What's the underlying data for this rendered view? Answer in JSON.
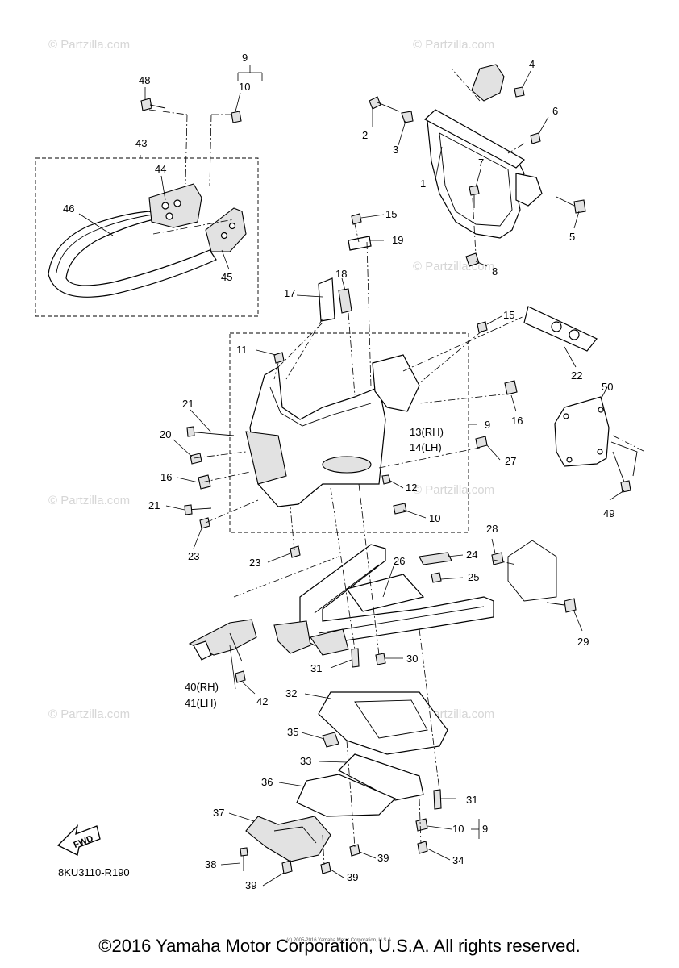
{
  "watermark": "© Partzilla.com",
  "diagram_code": "8KU3110-R190",
  "fwd_label": "FWD",
  "footer": "©2016 Yamaha Motor Corporation, U.S.A. All rights reserved.",
  "footer_small": "(c) 2005-2016 Yamaha Motor Corporation, U.S.A.",
  "callouts": {
    "c1": "1",
    "c2": "2",
    "c3": "3",
    "c4": "4",
    "c5": "5",
    "c6": "6",
    "c7": "7",
    "c8": "8",
    "c9a": "9",
    "c10a": "10",
    "c9b": "9",
    "c9c": "9",
    "c10b": "10",
    "c10c": "10",
    "c11": "11",
    "c12": "12",
    "c13": "13(RH)",
    "c14": "14(LH)",
    "c15a": "15",
    "c15b": "15",
    "c16a": "16",
    "c16b": "16",
    "c17": "17",
    "c18": "18",
    "c19": "19",
    "c20": "20",
    "c21a": "21",
    "c21b": "21",
    "c22": "22",
    "c23a": "23",
    "c23b": "23",
    "c24": "24",
    "c25": "25",
    "c26": "26",
    "c27": "27",
    "c28": "28",
    "c29": "29",
    "c30": "30",
    "c31a": "31",
    "c31b": "31",
    "c32": "32",
    "c33": "33",
    "c34": "34",
    "c35": "35",
    "c36": "36",
    "c37": "37",
    "c38": "38",
    "c39a": "39",
    "c39b": "39",
    "c39c": "39",
    "c40": "40(RH)",
    "c41": "41(LH)",
    "c42": "42",
    "c43": "43",
    "c44": "44",
    "c45": "45",
    "c46": "46",
    "c48": "48",
    "c49": "49",
    "c50": "50"
  }
}
